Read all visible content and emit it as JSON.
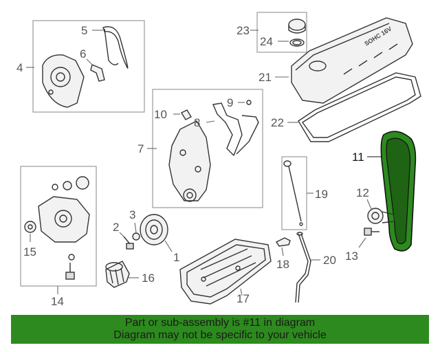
{
  "callouts": {
    "c1": "1",
    "c2": "2",
    "c3": "3",
    "c4": "4",
    "c5": "5",
    "c6": "6",
    "c7": "7",
    "c8": "8",
    "c9": "9",
    "c10": "10",
    "c11": "11",
    "c12": "12",
    "c13": "13",
    "c14": "14",
    "c15": "15",
    "c16": "16",
    "c17": "17",
    "c18": "18",
    "c19": "19",
    "c20": "20",
    "c21": "21",
    "c22": "22",
    "c23": "23",
    "c24": "24"
  },
  "valve_cover_text": "SOHC 16V",
  "highlighted_part": "11",
  "highlight_color": "#2d8a1e",
  "banner": {
    "line1": "Part or sub-assembly is #11 in diagram",
    "line2": "Diagram may not be specific to your vehicle",
    "color": "#2d8a1e"
  }
}
